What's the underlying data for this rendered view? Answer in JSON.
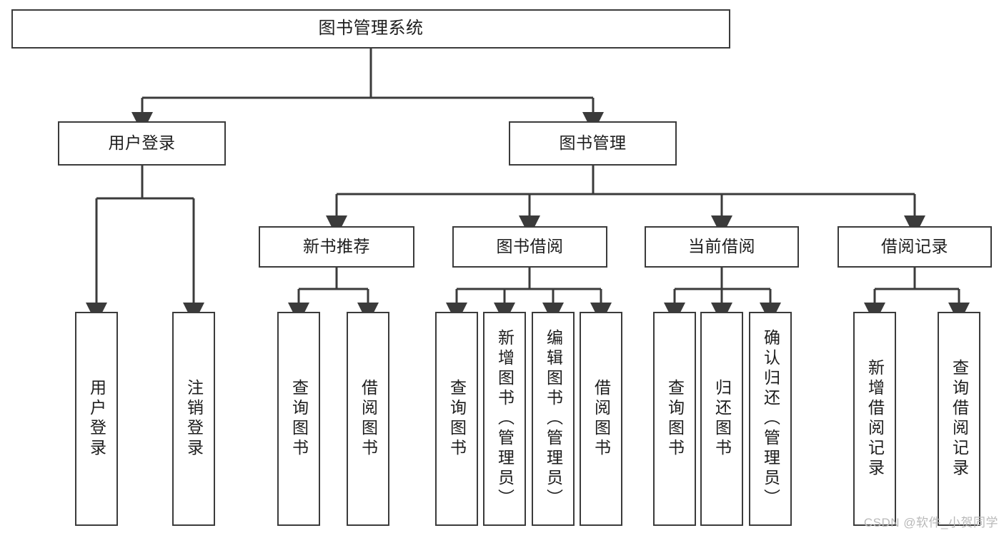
{
  "diagram": {
    "title": "图书管理系统",
    "type": "hierarchy-tree",
    "colors": {
      "box_border": "#3b3b3b",
      "box_fill": "#ffffff",
      "text": "#1d1d1d",
      "edge": "#3b3b3b",
      "watermark": "#b9b9b9"
    },
    "root": {
      "label": "图书管理系统"
    },
    "level2": [
      {
        "label": "用户登录"
      },
      {
        "label": "图书管理"
      }
    ],
    "level3": [
      {
        "label": "新书推荐"
      },
      {
        "label": "图书借阅"
      },
      {
        "label": "当前借阅"
      },
      {
        "label": "借阅记录"
      }
    ],
    "leaves": {
      "user_login": [
        {
          "label": "用户登录"
        },
        {
          "label": "注销登录"
        }
      ],
      "new_book": [
        {
          "label": "查询图书"
        },
        {
          "label": "借阅图书"
        }
      ],
      "book_borrow": [
        {
          "label": "查询图书"
        },
        {
          "label": "新增图书（管理员）"
        },
        {
          "label": "编辑图书（管理员）"
        },
        {
          "label": "借阅图书"
        }
      ],
      "current_borrow": [
        {
          "label": "查询图书"
        },
        {
          "label": "归还图书"
        },
        {
          "label": "确认归还（管理员）"
        }
      ],
      "borrow_record": [
        {
          "label": "新增借阅记录"
        },
        {
          "label": "查询借阅记录"
        }
      ]
    }
  },
  "watermark": {
    "text": "CSDN @软件_小贺同学"
  }
}
